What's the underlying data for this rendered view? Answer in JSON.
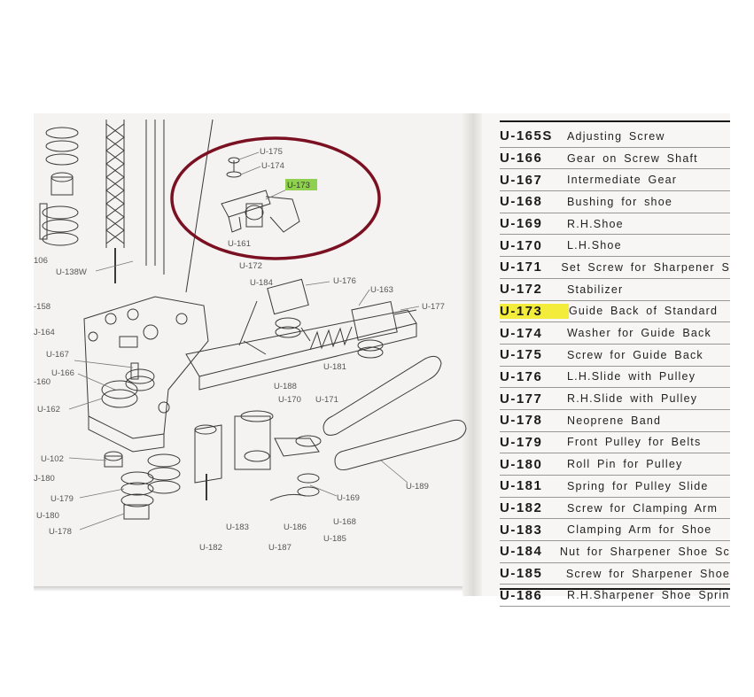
{
  "diagram": {
    "labels": {
      "u175": "U-175",
      "u174": "U-174",
      "u173": "U-173",
      "u161": "U-161",
      "u172": "U-172",
      "u184": "U-184",
      "u176": "U-176",
      "u163": "U-163",
      "u177": "U-177",
      "u181": "U-181",
      "u188": "U-188",
      "u170": "U-170",
      "u171": "U-171",
      "u167": "U-167",
      "u166": "U-166",
      "l160": "-160",
      "u162": "U-162",
      "u164": "J-164",
      "l158": "-158",
      "u138w": "U-138W",
      "l106": "106",
      "u102": "U-102",
      "l180a": "J-180",
      "u179": "U-179",
      "u180": "U-180",
      "u178": "U-178",
      "u183": "U-183",
      "u182": "U-182",
      "u186": "U-186",
      "u187": "U-187",
      "u185": "U-185",
      "u168": "U-168",
      "u169": "U-169",
      "u189": "U-189"
    },
    "highlight_color": "#8fd14f",
    "circle_color": "#7a1022"
  },
  "parts": [
    {
      "code": "U-165S",
      "desc": "Adjusting Screw",
      "highlight": false
    },
    {
      "code": "U-166",
      "desc": "Gear on Screw Shaft",
      "highlight": false
    },
    {
      "code": "U-167",
      "desc": "Intermediate Gear",
      "highlight": false
    },
    {
      "code": "U-168",
      "desc": "Bushing for shoe",
      "highlight": false
    },
    {
      "code": "U-169",
      "desc": "R.H.Shoe",
      "highlight": false
    },
    {
      "code": "U-170",
      "desc": "L.H.Shoe",
      "highlight": false
    },
    {
      "code": "U-171",
      "desc": "Set Screw for Sharpener S",
      "highlight": false
    },
    {
      "code": "U-172",
      "desc": "Stabilizer",
      "highlight": false
    },
    {
      "code": "U-173",
      "desc": "Guide Back of Standard",
      "highlight": true
    },
    {
      "code": "U-174",
      "desc": "Washer for Guide Back",
      "highlight": false
    },
    {
      "code": "U-175",
      "desc": "Screw for Guide Back",
      "highlight": false
    },
    {
      "code": "U-176",
      "desc": "L.H.Slide with Pulley",
      "highlight": false
    },
    {
      "code": "U-177",
      "desc": "R.H.Slide with Pulley",
      "highlight": false
    },
    {
      "code": "U-178",
      "desc": "Neoprene Band",
      "highlight": false
    },
    {
      "code": "U-179",
      "desc": "Front Pulley for Belts",
      "highlight": false
    },
    {
      "code": "U-180",
      "desc": "Roll Pin for Pulley",
      "highlight": false
    },
    {
      "code": "U-181",
      "desc": "Spring for Pulley Slide",
      "highlight": false
    },
    {
      "code": "U-182",
      "desc": "Screw for Clamping Arm",
      "highlight": false
    },
    {
      "code": "U-183",
      "desc": "Clamping Arm for Shoe",
      "highlight": false
    },
    {
      "code": "U-184",
      "desc": "Nut for Sharpener Shoe Sc",
      "highlight": false
    },
    {
      "code": "U-185",
      "desc": "Screw for Sharpener Shoe",
      "highlight": false
    },
    {
      "code": "U-186",
      "desc": "R.H.Sharpener Shoe Sprin",
      "highlight": false
    }
  ],
  "highlight_color": "#f3ec3b"
}
